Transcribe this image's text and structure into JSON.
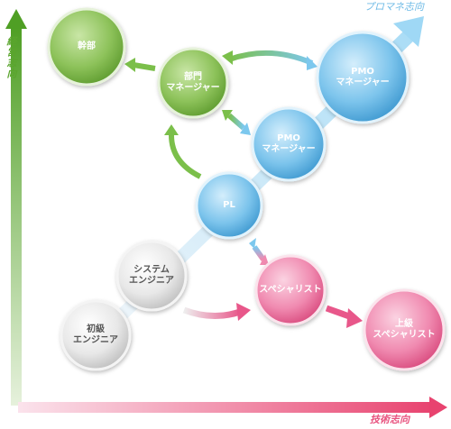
{
  "axes": {
    "vertical": "経営志向",
    "horizontal": "技術志向",
    "diagonal": "プロマネ志向"
  },
  "nodes": {
    "kanbu": {
      "line1": "幹部",
      "line2": ""
    },
    "bumon": {
      "line1": "部門",
      "line2": "マネージャー"
    },
    "pmo_large": {
      "line1": "PMO",
      "line2": "マネージャー"
    },
    "pmo_small": {
      "line1": "PMO",
      "line2": "マネージャー"
    },
    "pl": {
      "line1": "PL",
      "line2": ""
    },
    "system": {
      "line1": "システム",
      "line2": "エンジニア"
    },
    "shokyu": {
      "line1": "初級",
      "line2": "エンジニア"
    },
    "specialist": {
      "line1": "スペシャリスト",
      "line2": ""
    },
    "senior_specialist": {
      "line1": "上級",
      "line2": "スペシャリスト"
    }
  },
  "colors": {
    "green": "#6aa93a",
    "blue": "#4aa6d9",
    "pink": "#e0578a",
    "gray": "#9a9a9a",
    "axis_green": "#5aa52d",
    "axis_pink": "#e8537f",
    "diag_blue": "#8fd0f1"
  }
}
